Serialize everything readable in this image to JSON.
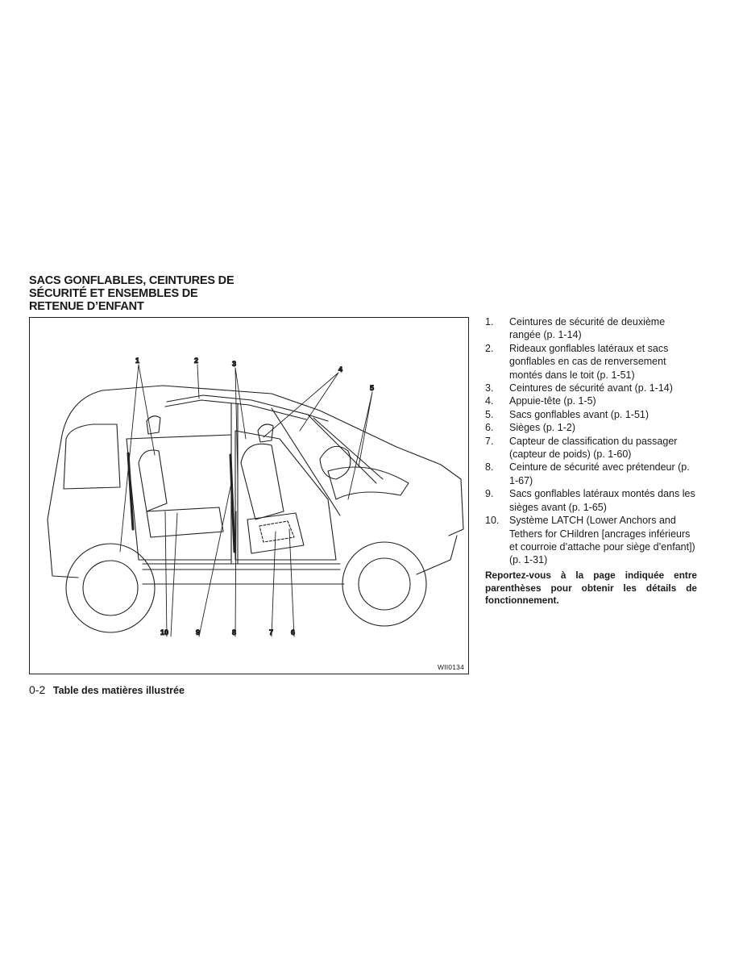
{
  "heading": {
    "lines": [
      "SACS GONFLABLES, CEINTURES DE",
      "SÉCURITÉ ET ENSEMBLES DE",
      "RETENUE D’ENFANT"
    ]
  },
  "figure": {
    "code": "WII0134",
    "callouts": [
      "1",
      "2",
      "3",
      "4",
      "5",
      "10",
      "9",
      "8",
      "7",
      "6"
    ]
  },
  "items": [
    {
      "num": "1.",
      "text": "Ceintures de sécurité de deuxième rangée (p. 1-14)"
    },
    {
      "num": "2.",
      "text": "Rideaux gonflables latéraux et sacs gonflables en cas de renversement montés dans le toit (p. 1-51)"
    },
    {
      "num": "3.",
      "text": "Ceintures de sécurité avant (p. 1-14)"
    },
    {
      "num": "4.",
      "text": "Appuie-tête (p. 1-5)"
    },
    {
      "num": "5.",
      "text": "Sacs gonflables avant (p. 1-51)"
    },
    {
      "num": "6.",
      "text": "Sièges (p. 1-2)"
    },
    {
      "num": "7.",
      "text": "Capteur de classification du passager (capteur de poids) (p. 1-60)"
    },
    {
      "num": "8.",
      "text": "Ceinture de sécurité avec prétendeur (p. 1-67)"
    },
    {
      "num": "9.",
      "text": "Sacs gonflables latéraux montés dans les sièges avant (p. 1-65)"
    },
    {
      "num": "10.",
      "text": "Système LATCH (Lower Anchors and Tethers for CHildren [ancrages inférieurs et courroie d’attache pour siège d’enfant]) (p. 1-31)"
    }
  ],
  "note": "Reportez-vous à la page indiquée entre parenthèses pour obtenir les détails de fonctionnement.",
  "footer": {
    "page": "0-2",
    "title": "Table des matières illustrée"
  }
}
